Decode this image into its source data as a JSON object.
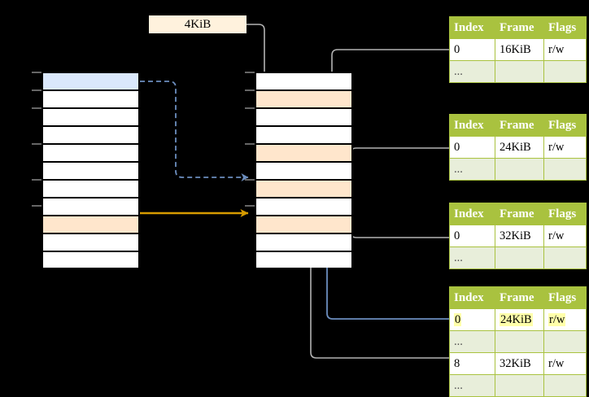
{
  "diagram": {
    "title_label": "4KiB",
    "columns": {
      "virtual": {
        "name": "virtual-memory-column",
        "rows": 11,
        "highlights": [
          {
            "index": 0,
            "color": "#dae8fc"
          },
          {
            "index": 8,
            "color": "#ffe6cc"
          }
        ]
      },
      "physical": {
        "name": "physical-memory-column",
        "rows": 11,
        "highlights": [
          {
            "index": 1,
            "color": "#ffe6cc"
          },
          {
            "index": 4,
            "color": "#ffe6cc"
          },
          {
            "index": 6,
            "color": "#ffe6cc"
          },
          {
            "index": 8,
            "color": "#ffe6cc"
          }
        ]
      }
    },
    "tables": [
      {
        "name": "page-table-level-1",
        "headers": [
          "Index",
          "Frame",
          "Flags"
        ],
        "rows": [
          {
            "cells": [
              "0",
              "16KiB",
              "r/w"
            ],
            "alt": false,
            "highlight": false
          },
          {
            "cells": [
              "...",
              "",
              ""
            ],
            "alt": true,
            "highlight": false
          }
        ]
      },
      {
        "name": "page-table-level-2",
        "headers": [
          "Index",
          "Frame",
          "Flags"
        ],
        "rows": [
          {
            "cells": [
              "0",
              "24KiB",
              "r/w"
            ],
            "alt": false,
            "highlight": false
          },
          {
            "cells": [
              "...",
              "",
              ""
            ],
            "alt": true,
            "highlight": false
          }
        ]
      },
      {
        "name": "page-table-level-3",
        "headers": [
          "Index",
          "Frame",
          "Flags"
        ],
        "rows": [
          {
            "cells": [
              "0",
              "32KiB",
              "r/w"
            ],
            "alt": false,
            "highlight": false
          },
          {
            "cells": [
              "...",
              "",
              ""
            ],
            "alt": true,
            "highlight": false
          }
        ]
      },
      {
        "name": "page-table-level-4",
        "headers": [
          "Index",
          "Frame",
          "Flags"
        ],
        "rows": [
          {
            "cells": [
              "0",
              "24KiB",
              "r/w"
            ],
            "alt": false,
            "highlight": true
          },
          {
            "cells": [
              "...",
              "",
              ""
            ],
            "alt": true,
            "highlight": false
          },
          {
            "cells": [
              "8",
              "32KiB",
              "r/w"
            ],
            "alt": false,
            "highlight": false
          },
          {
            "cells": [
              "...",
              "",
              ""
            ],
            "alt": true,
            "highlight": false
          }
        ]
      }
    ],
    "colors": {
      "header_green": "#a9c23f",
      "alt_row": "#e8eeda",
      "highlight_yellow": "#ffffaa",
      "blue_fill": "#dae8fc",
      "peach_fill": "#ffe6cc",
      "blue_arrow": "#6c8ebf",
      "orange_arrow": "#d79b00",
      "gray_connector": "#b3b3b3",
      "label_fill": "#fff2dd",
      "background": "#000000"
    },
    "connectors": [
      {
        "name": "blue-dashed-virtual-to-physical",
        "style": "dashed",
        "color": "#6c8ebf"
      },
      {
        "name": "orange-solid-virtual-to-physical",
        "style": "solid",
        "color": "#d79b00"
      },
      {
        "name": "blue-solid-table4-to-physical",
        "style": "solid",
        "color": "#6c8ebf"
      },
      {
        "name": "gray-label-to-physical",
        "style": "solid",
        "color": "#b3b3b3"
      },
      {
        "name": "gray-table1-to-physical",
        "style": "solid",
        "color": "#b3b3b3"
      },
      {
        "name": "gray-table2-to-physical",
        "style": "solid",
        "color": "#b3b3b3"
      },
      {
        "name": "gray-table3-to-physical",
        "style": "solid",
        "color": "#b3b3b3"
      },
      {
        "name": "gray-physical-to-table4",
        "style": "solid",
        "color": "#b3b3b3"
      }
    ]
  }
}
